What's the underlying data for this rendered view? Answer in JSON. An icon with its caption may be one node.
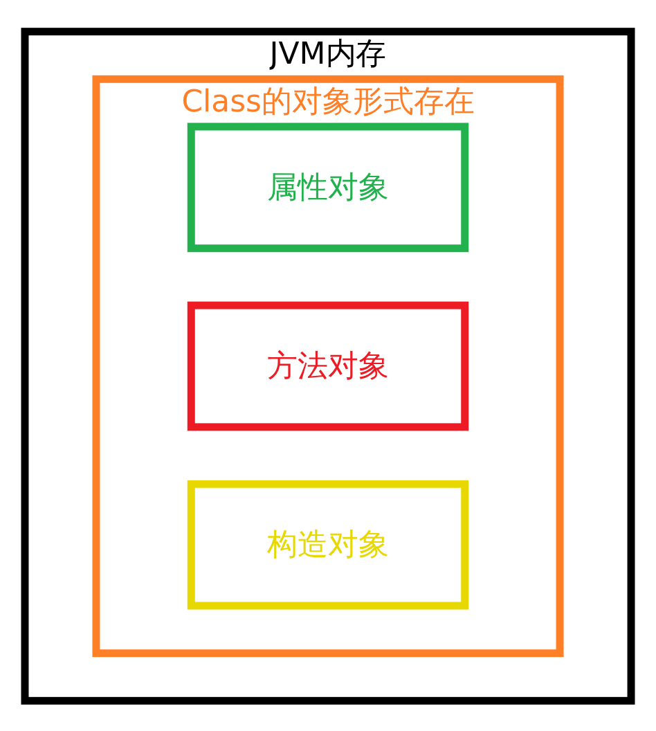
{
  "diagram": {
    "nodes": [
      {
        "text": [
          "JVM内存"
        ]
      },
      {
        "text": [
          "Class的对象形式存在"
        ],
        "in": 0
      },
      {
        "text": [
          "属性对象"
        ],
        "in": 1
      },
      {
        "text": [
          "方法对象"
        ],
        "in": 1
      },
      {
        "text": [
          "构造对象"
        ],
        "in": 1
      }
    ],
    "edges": []
  }
}
